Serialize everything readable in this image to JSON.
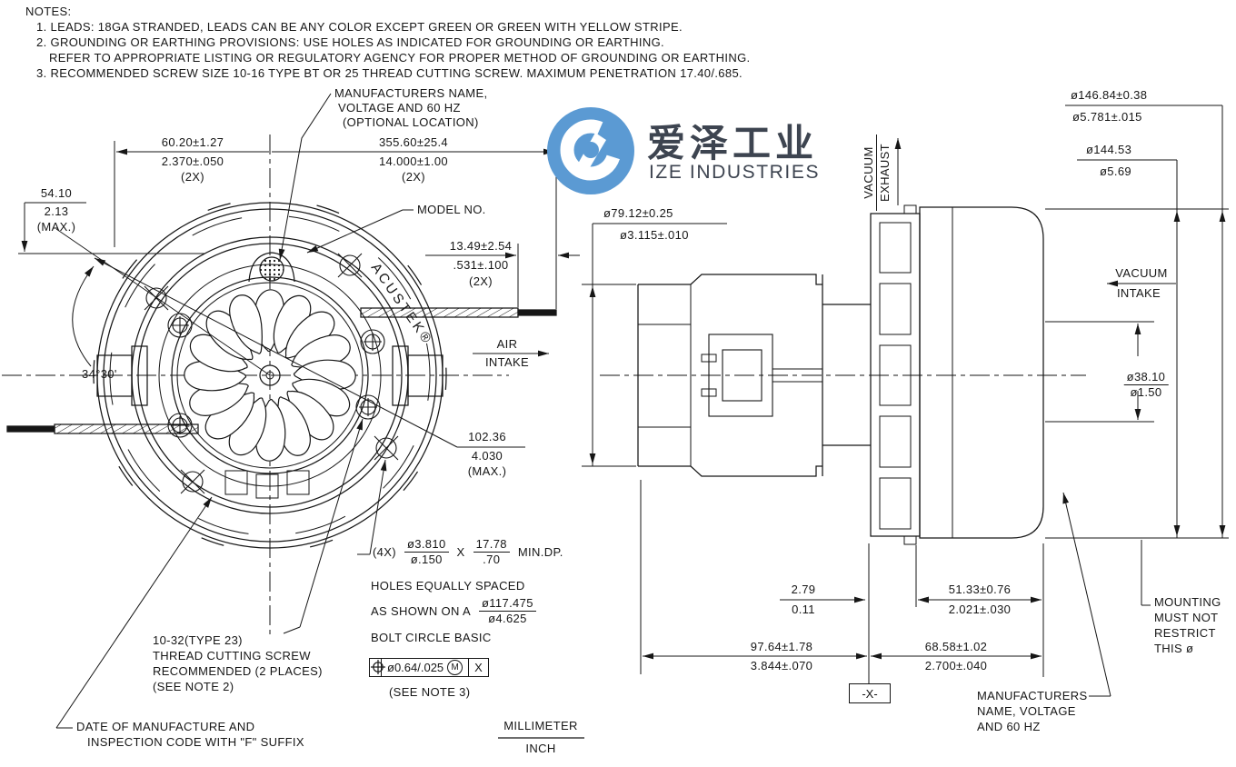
{
  "notes": {
    "heading": "NOTES:",
    "line1": "1. LEADS: 18GA STRANDED, LEADS CAN BE ANY COLOR EXCEPT GREEN OR GREEN WITH YELLOW STRIPE.",
    "line2": "2. GROUNDING OR EARTHING PROVISIONS: USE HOLES AS INDICATED FOR GROUNDING OR EARTHING.",
    "line3": "REFER TO APPROPRIATE LISTING OR REGULATORY AGENCY FOR PROPER METHOD OF GROUNDING OR EARTHING.",
    "line4": "3. RECOMMENDED SCREW SIZE 10-16 TYPE BT OR 25 THREAD CUTTING SCREW. MAXIMUM PENETRATION 17.40/.685."
  },
  "logo": {
    "chinese": "爱泽工业",
    "english": "IZE INDUSTRIES",
    "blue": "#5b9ad3",
    "text_color": "#3d4450"
  },
  "front_view": {
    "mfr_note": {
      "l1": "MANUFACTURERS NAME,",
      "l2": "VOLTAGE AND 60 HZ",
      "l3": "(OPTIONAL LOCATION)"
    },
    "model_no": "MODEL NO.",
    "dim_60": {
      "mm": "60.20±1.27",
      "in": "2.370±.050",
      "qty": "(2X)"
    },
    "dim_355": {
      "mm": "355.60±25.4",
      "in": "14.000±1.00",
      "qty": "(2X)"
    },
    "dim_54": {
      "mm": "54.10",
      "in": "2.13",
      "max": "(MAX.)"
    },
    "angle": "34°30'",
    "dim_13": {
      "mm": "13.49±2.54",
      "in": ".531±.100",
      "qty": "(2X)"
    },
    "air_intake": {
      "l1": "AIR",
      "l2": "INTAKE"
    },
    "dim_102": {
      "mm": "102.36",
      "in": "4.030",
      "max": "(MAX.)"
    },
    "holes_spec": {
      "qty": "(4X)",
      "d_mm": "ø3.810",
      "d_in": "ø.150",
      "x": "X",
      "depth_mm": "17.78",
      "depth_in": ".70",
      "suffix": "MIN.DP."
    },
    "bolt_circle": {
      "l1": "HOLES EQUALLY SPACED",
      "l2": "AS SHOWN ON A",
      "d_mm": "ø117.475",
      "d_in": "ø4.625",
      "l3": "BOLT CIRCLE BASIC"
    },
    "fcf": {
      "tol": "ø0.64/.025",
      "mod": "M",
      "datum": "X",
      "note": "(SEE NOTE 3)"
    },
    "screw_note": {
      "l1": "10-32(TYPE 23)",
      "l2": "THREAD CUTTING SCREW",
      "l3": "RECOMMENDED (2 PLACES)",
      "l4": "(SEE NOTE 2)"
    },
    "date_note": {
      "l1": "DATE OF MANUFACTURE AND",
      "l2": "INSPECTION CODE WITH \"F\" SUFFIX"
    },
    "brand_arc": "ACUSTEK®"
  },
  "side_view": {
    "dim_146": {
      "mm": "ø146.84±0.38",
      "in": "ø5.781±.015"
    },
    "dim_144": {
      "mm": "ø144.53",
      "in": "ø5.69"
    },
    "vacuum_exhaust": {
      "l1": "VACUUM",
      "l2": "EXHAUST"
    },
    "dim_79": {
      "mm": "ø79.12±0.25",
      "in": "ø3.115±.010"
    },
    "vacuum_intake": {
      "l1": "VACUUM",
      "l2": "INTAKE"
    },
    "dim_38": {
      "mm": "ø38.10",
      "in": "ø1.50"
    },
    "dim_2_79": {
      "mm": "2.79",
      "in": "0.11"
    },
    "dim_51": {
      "mm": "51.33±0.76",
      "in": "2.021±.030"
    },
    "dim_97": {
      "mm": "97.64±1.78",
      "in": "3.844±.070"
    },
    "dim_68": {
      "mm": "68.58±1.02",
      "in": "2.700±.040"
    },
    "datum": "-X-",
    "mounting_note": {
      "l1": "MOUNTING",
      "l2": "MUST NOT",
      "l3": "RESTRICT",
      "l4": "THIS ø"
    },
    "mfr_note": {
      "l1": "MANUFACTURERS",
      "l2": "NAME, VOLTAGE",
      "l3": "AND 60 HZ"
    }
  },
  "units": {
    "top": "MILLIMETER",
    "bottom": "INCH"
  }
}
